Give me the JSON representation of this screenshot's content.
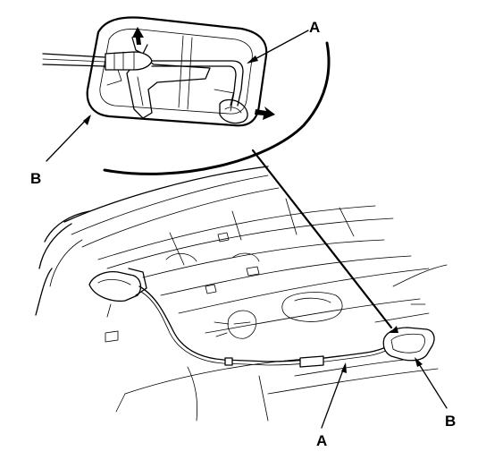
{
  "callouts": {
    "inset_cable": "A",
    "inset_bracket": "B",
    "main_cable": "A",
    "main_bracket": "B"
  },
  "colors": {
    "ink": "#000000",
    "paper": "#ffffff"
  }
}
